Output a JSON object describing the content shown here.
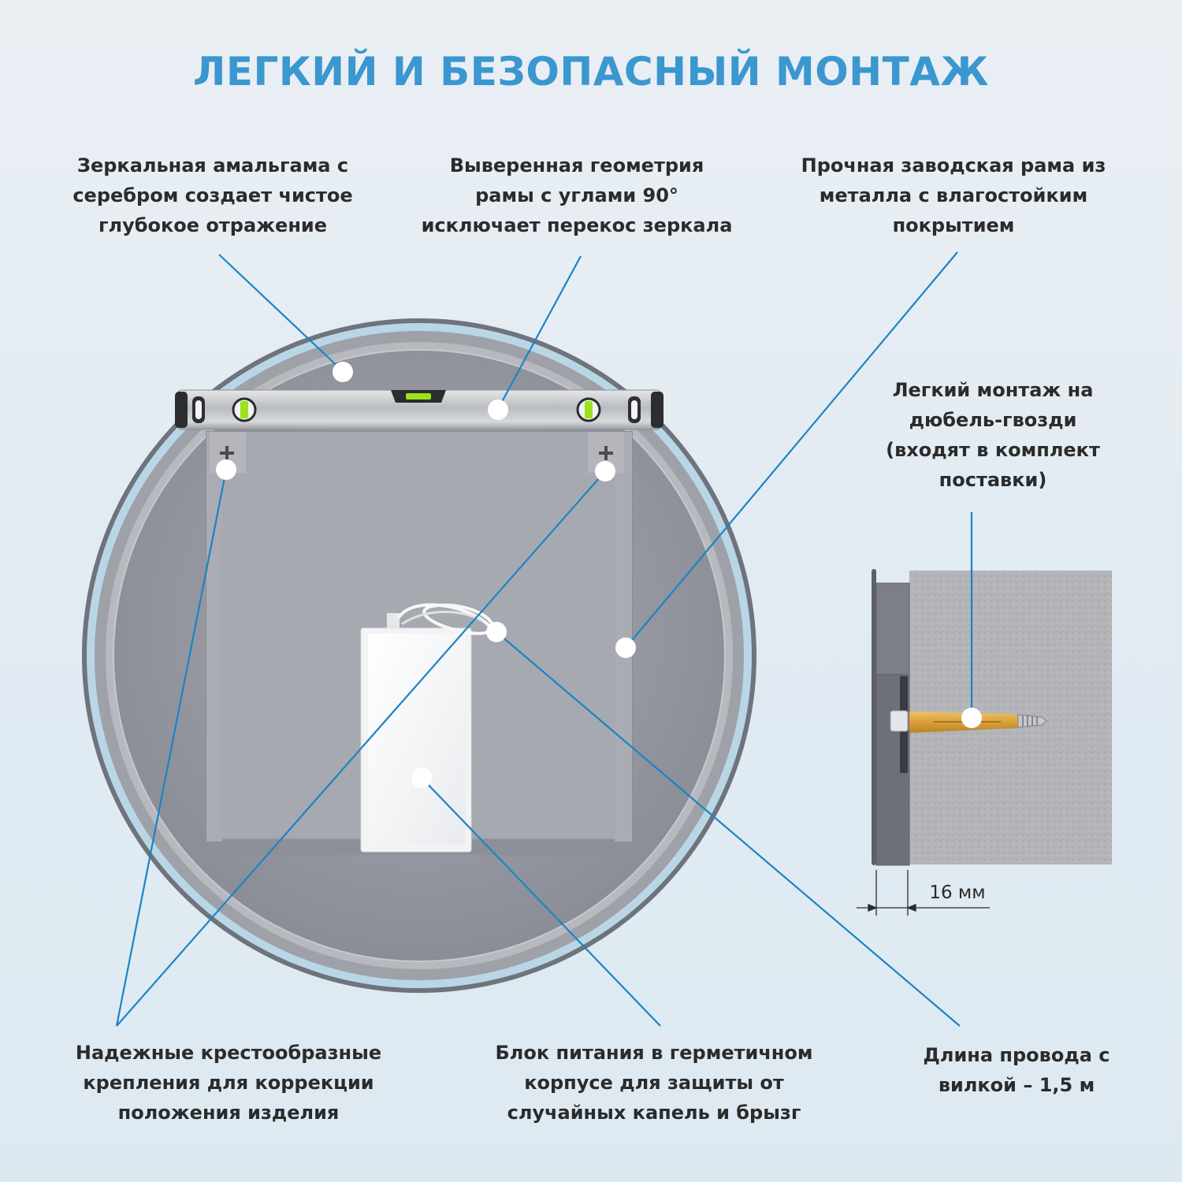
{
  "title": "ЛЕГКИЙ И БЕЗОПАСНЫЙ МОНТАЖ",
  "callouts": {
    "amalgam": "Зеркальная амальгама с\nсеребром создает чистое\nглубокое отражение",
    "geometry": "Выверенная геометрия\nрамы с углами 90°\nисключает перекос зеркала",
    "frame": "Прочная заводская рама из\nметалла с влагостойким\nпокрытием",
    "dowels": "Легкий монтаж на\nдюбель-гвозди\n(входят в комплект\nпоставки)",
    "mounts": "Надежные крестообразные\nкрепления для коррекции\nположения изделия",
    "power_unit": "Блок питания в герметичном\nкорпусе для защиты от\nслучайных капель и брызг",
    "cable": "Длина провода с\nвилкой – 1,5 м"
  },
  "dimension": {
    "depth_label": "16 мм"
  },
  "colors": {
    "accent": "#3a97cf",
    "callout_line": "#1a84c7",
    "text": "#2b2b2b",
    "background": "#e4edf3"
  }
}
